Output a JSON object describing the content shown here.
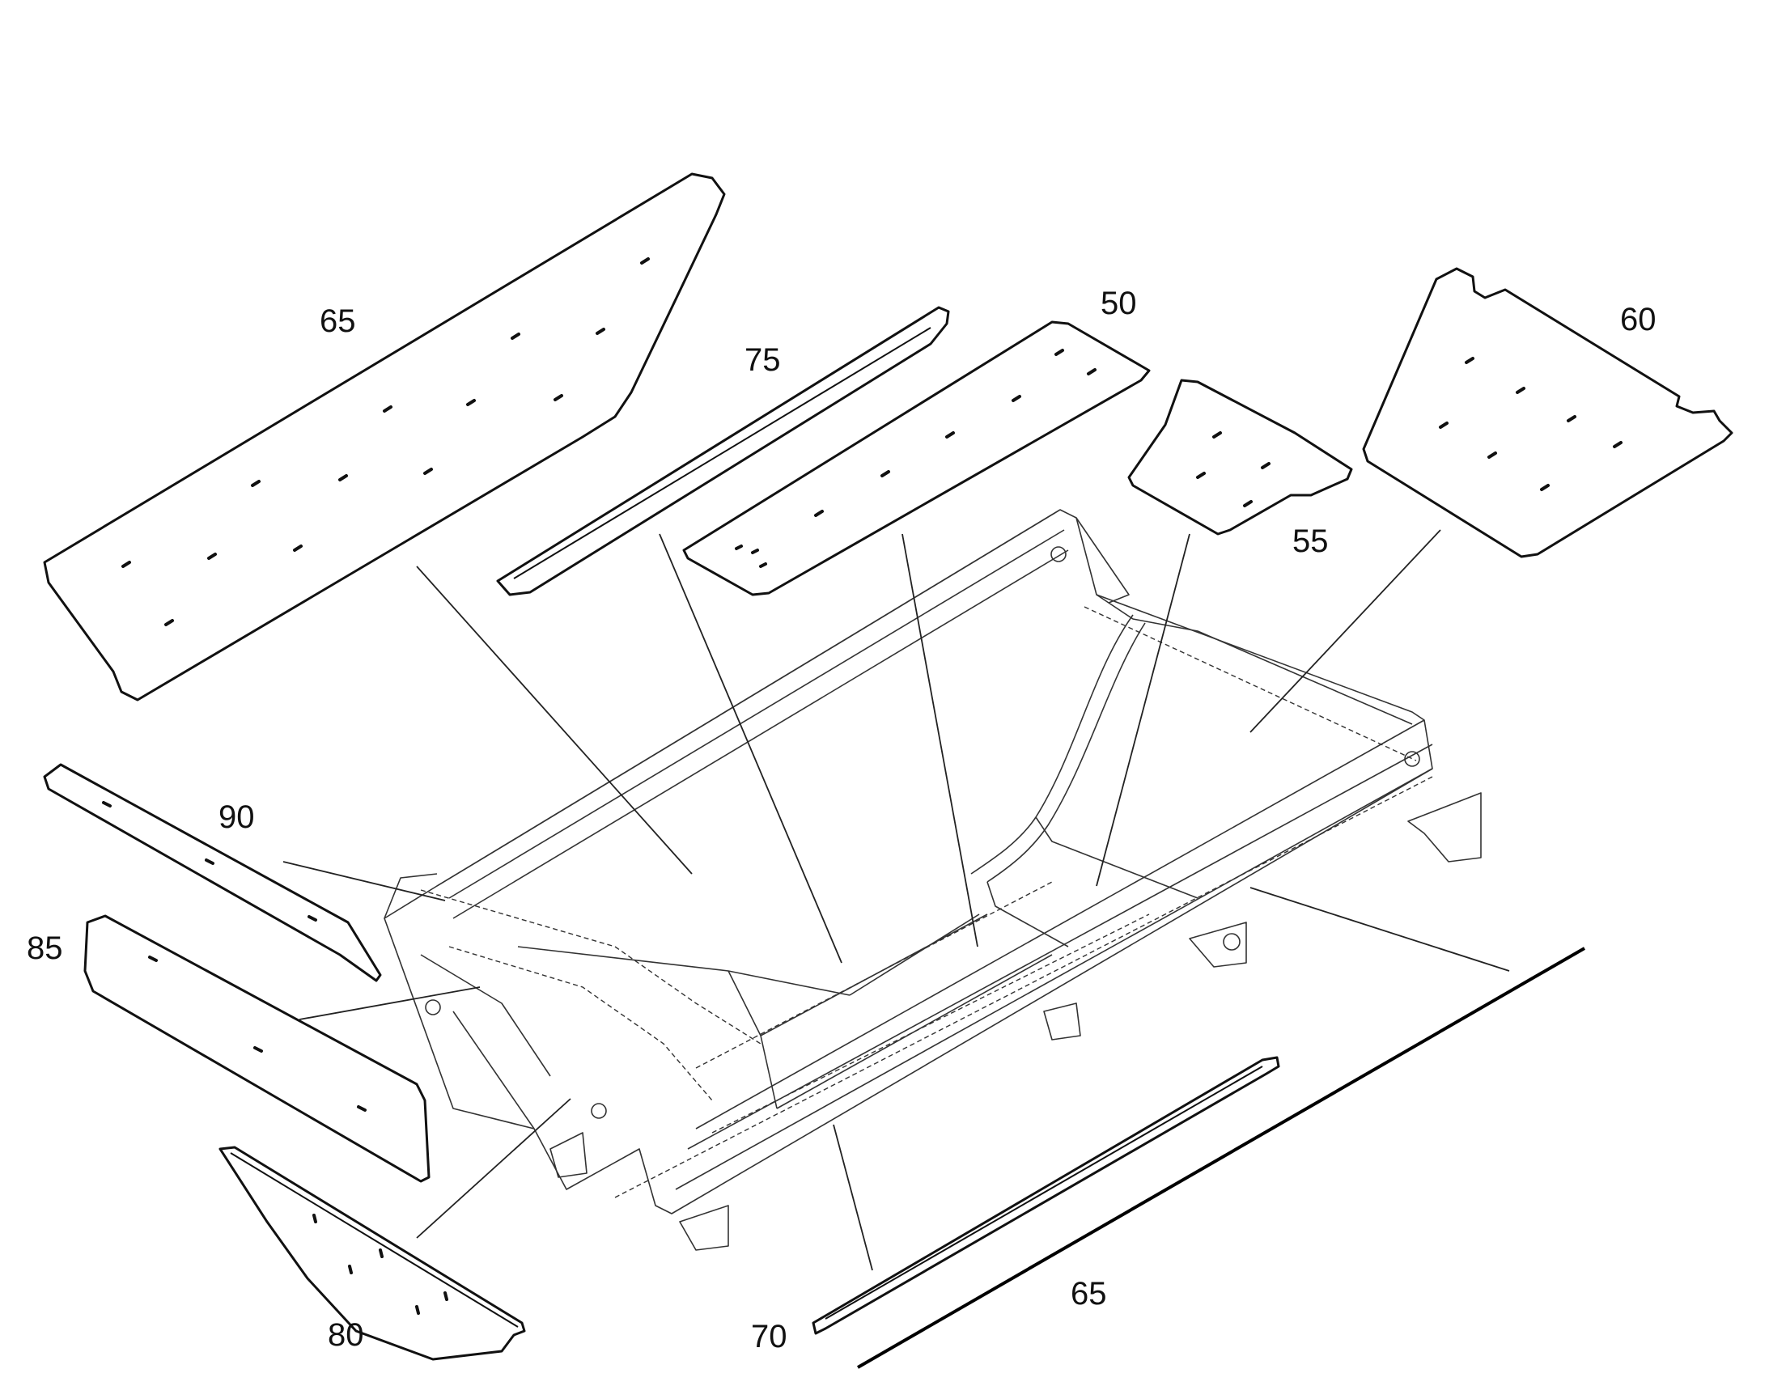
{
  "callouts": {
    "c65_top": "65",
    "c75": "75",
    "c50": "50",
    "c60": "60",
    "c55": "55",
    "c90": "90",
    "c85": "85",
    "c80": "80",
    "c70": "70",
    "c65_bottom": "65"
  }
}
